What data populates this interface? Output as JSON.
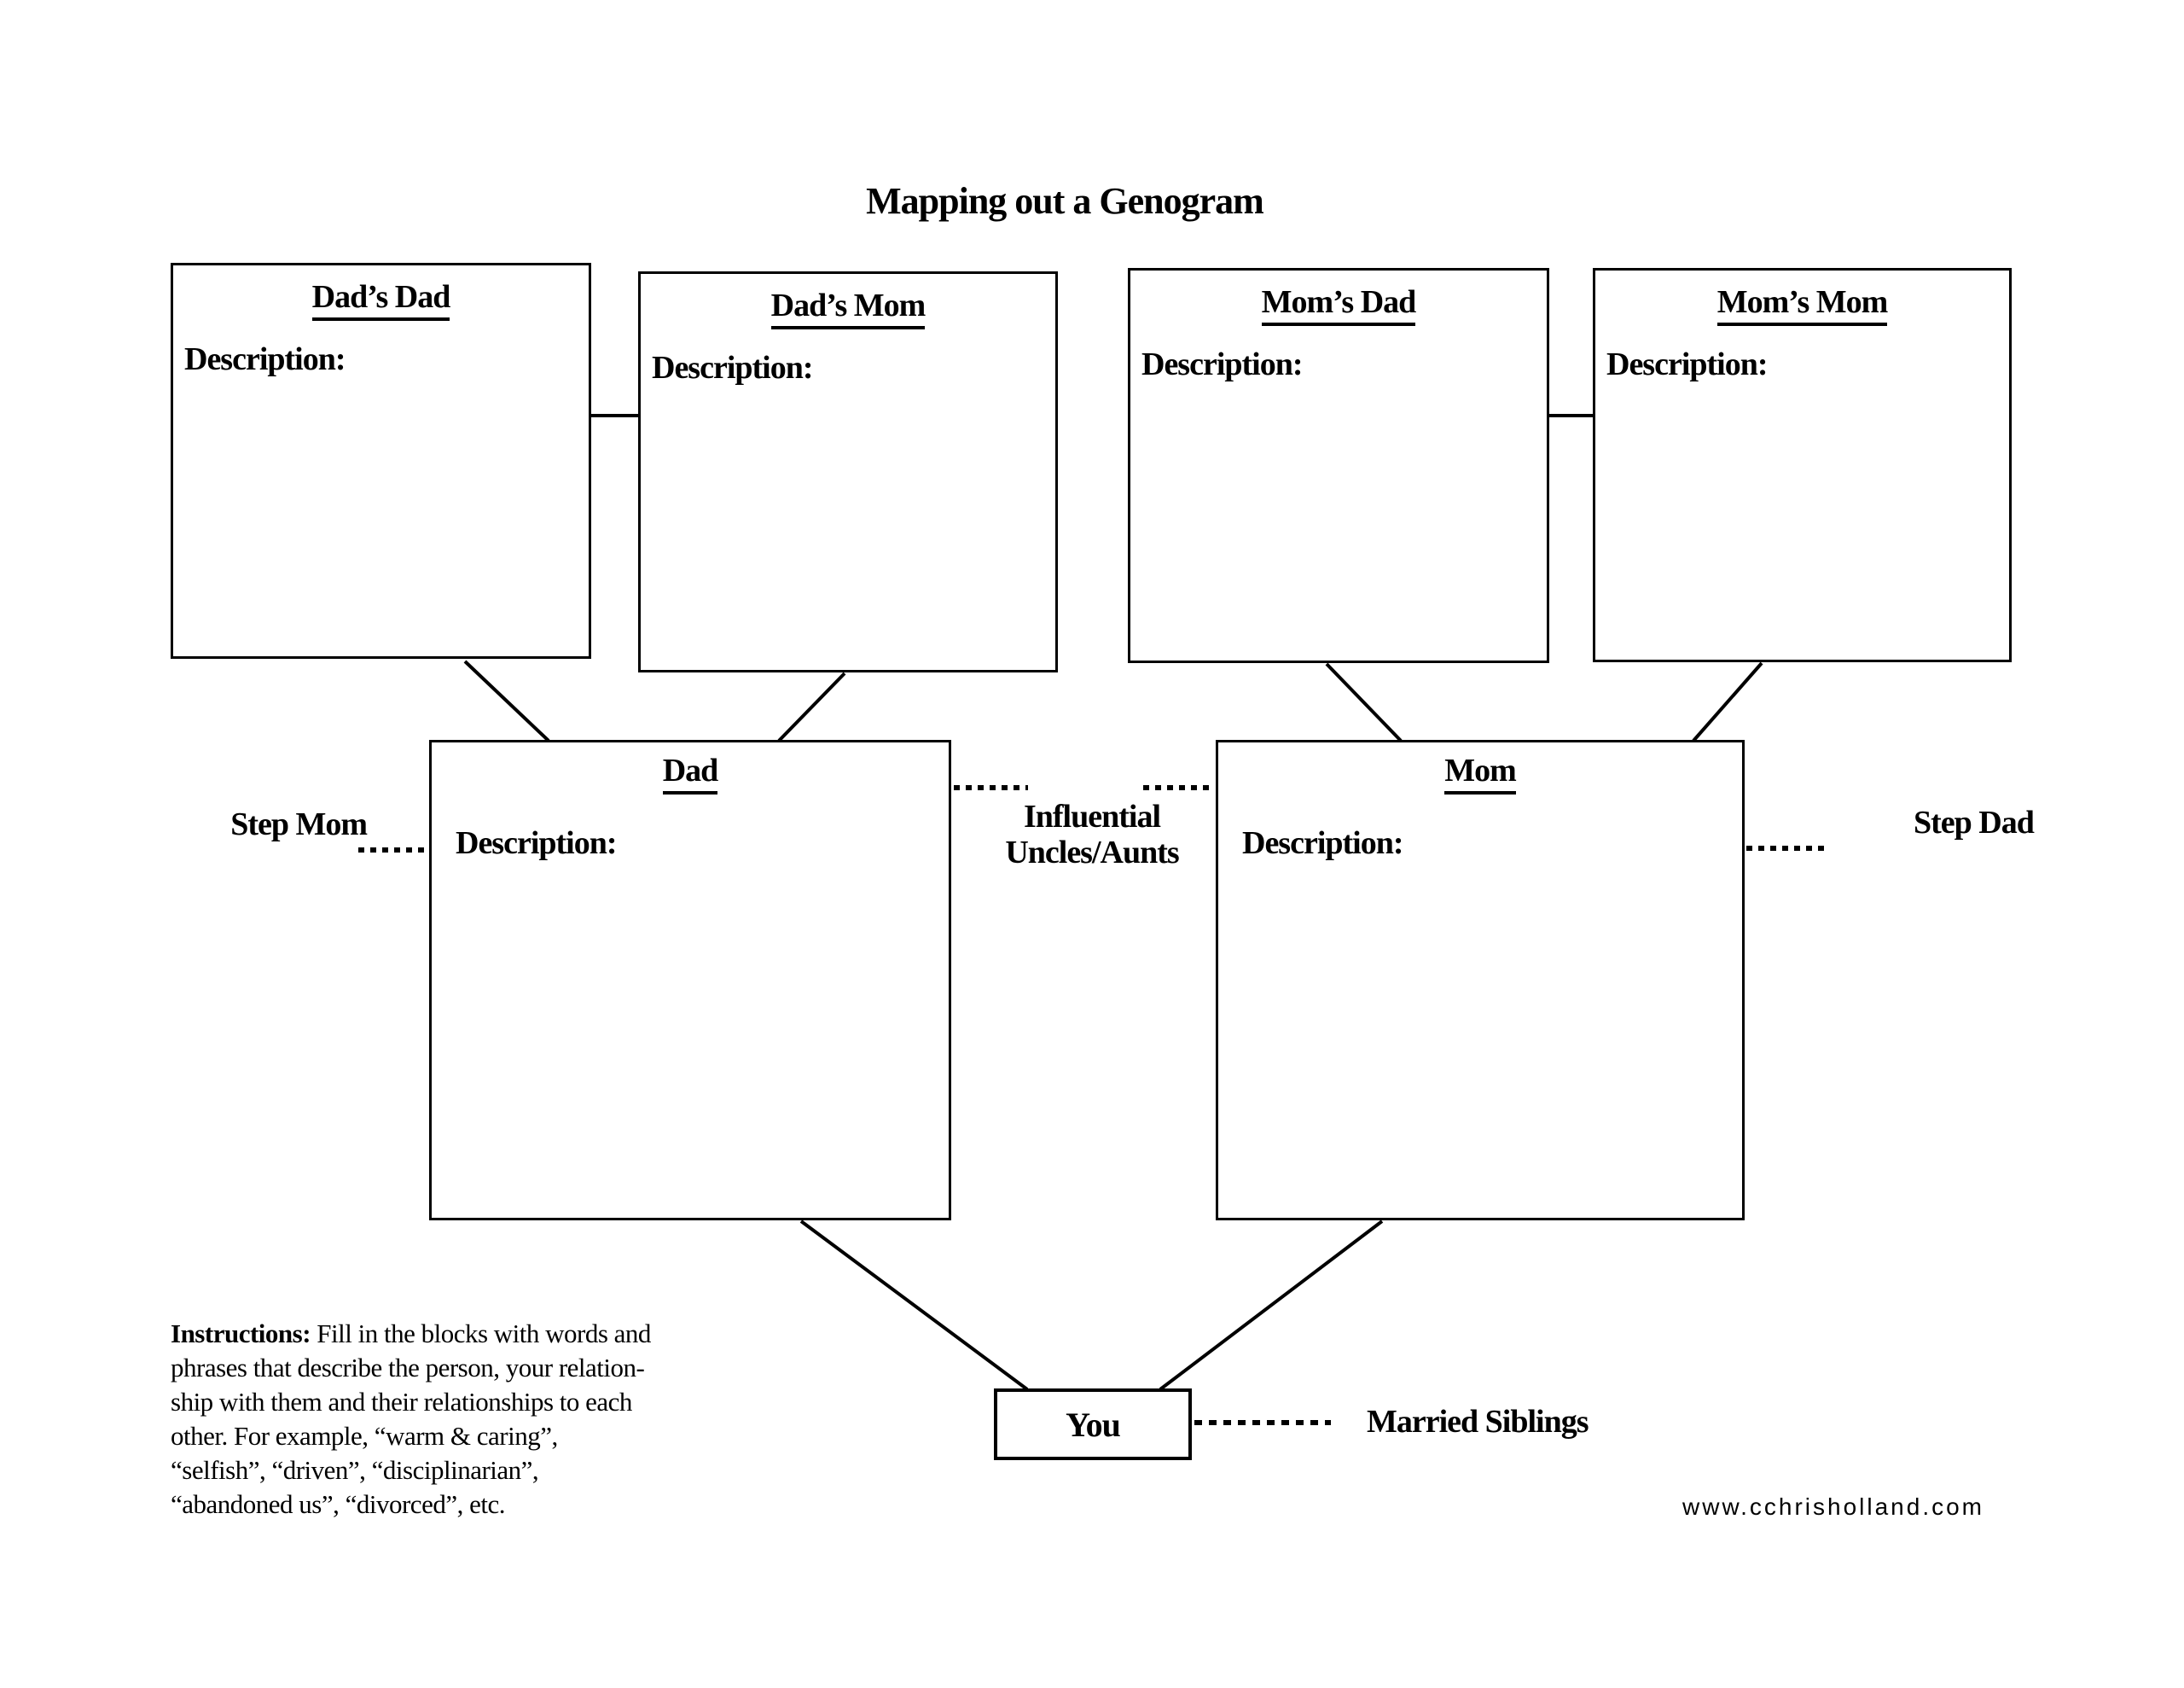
{
  "page": {
    "title": "Mapping out a Genogram",
    "paper_color": "#ffffff",
    "ink_color": "#000000"
  },
  "nodes": {
    "dads_dad": {
      "title": "Dad’s Dad",
      "description_label": "Description:"
    },
    "dads_mom": {
      "title": "Dad’s Mom",
      "description_label": "Description:"
    },
    "moms_dad": {
      "title": "Mom’s Dad",
      "description_label": "Description:"
    },
    "moms_mom": {
      "title": "Mom’s Mom",
      "description_label": "Description:"
    },
    "dad": {
      "title": "Dad",
      "description_label": "Description:"
    },
    "mom": {
      "title": "Mom",
      "description_label": "Description:"
    },
    "you": {
      "title": "You"
    }
  },
  "labels": {
    "step_mom": "Step Mom",
    "step_dad": "Step Dad",
    "influential_line1": "Influential",
    "influential_line2": "Uncles/Aunts",
    "married_siblings": "Married Siblings"
  },
  "instructions": {
    "prefix": "Instructions:",
    "line1": " Fill in the blocks with words and",
    "lines": [
      "phrases that describe the person, your relation-",
      "ship with them and their relationships to each",
      "other. For example, “warm & caring”,",
      "“selfish”, “driven”, “disciplinarian”,",
      "“abandoned us”, “divorced”, etc."
    ]
  },
  "footer": {
    "website": "www.cchrisholland.com"
  }
}
